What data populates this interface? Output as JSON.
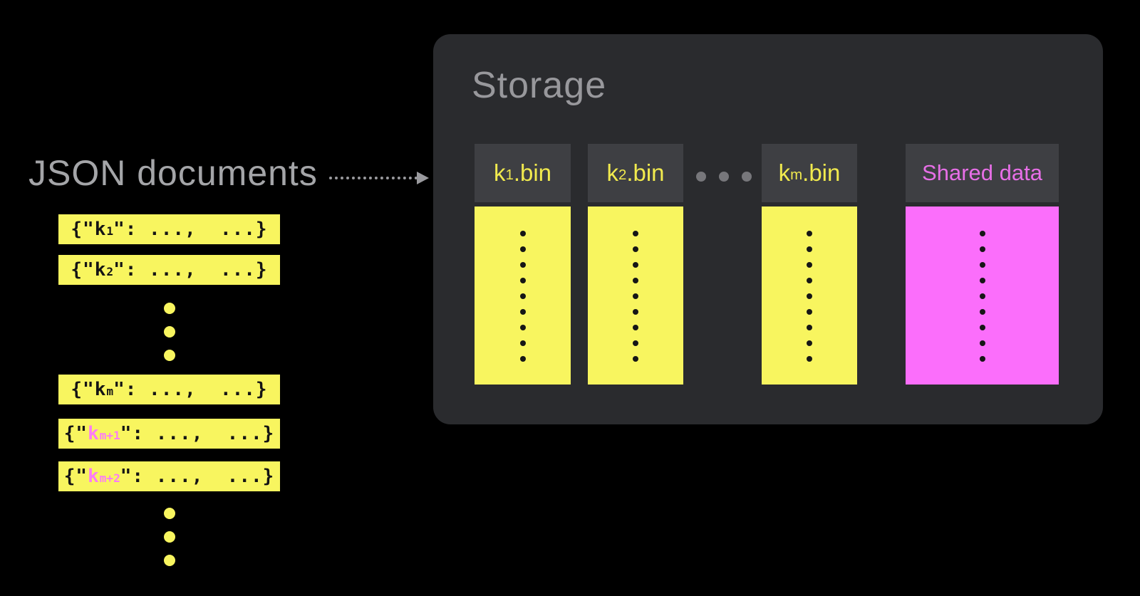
{
  "left": {
    "title": "JSON documents",
    "stack": [
      "row:0",
      "row:1",
      "dots",
      "row:2",
      "row:3",
      "row:4",
      "dots"
    ],
    "ellipsis_dot_count": 3,
    "rows": [
      {
        "prefix": "{\"",
        "key": "k",
        "sub": "1",
        "rest": "\": ...,  ...}",
        "highlight": false
      },
      {
        "prefix": "{\"",
        "key": "k",
        "sub": "2",
        "rest": "\": ...,  ...}",
        "highlight": false
      },
      {
        "prefix": "{\"",
        "key": "k",
        "sub": "m",
        "rest": "\": ...,  ...}",
        "highlight": false
      },
      {
        "prefix": "{\"",
        "key": "k",
        "sub": "m+1",
        "rest": "\": ...,  ...}",
        "highlight": true
      },
      {
        "prefix": "{\"",
        "key": "k",
        "sub": "m+2",
        "rest": "\": ...,  ...}",
        "highlight": true
      }
    ]
  },
  "storage": {
    "title": "Storage",
    "between_dot_count": 3,
    "columns": [
      {
        "type": "bin",
        "key": "k",
        "sub": "1",
        "rest": ".bin",
        "body_dots": 9
      },
      {
        "type": "bin",
        "key": "k",
        "sub": "2",
        "rest": ".bin",
        "body_dots": 9
      },
      {
        "type": "bin",
        "key": "k",
        "sub": "m",
        "rest": ".bin",
        "body_dots": 9
      },
      {
        "type": "shared",
        "label": "Shared data",
        "body_dots": 9
      }
    ]
  },
  "colors": {
    "background": "#000000",
    "panel": "#2a2b2e",
    "column_header": "#3e3f43",
    "bin_yellow": "#f8f55f",
    "bin_label": "#f1ea4e",
    "shared_magenta": "#fb6efb",
    "shared_label": "#e76fe7",
    "highlight_pink": "#fc7cf5",
    "doc_text": "#141414",
    "body_dot": "#161616",
    "muted_gray": "#a4a5a8",
    "title_gray": "#98989c",
    "arrow_gray": "#9a9a9e",
    "between_dot": "#77777b"
  }
}
